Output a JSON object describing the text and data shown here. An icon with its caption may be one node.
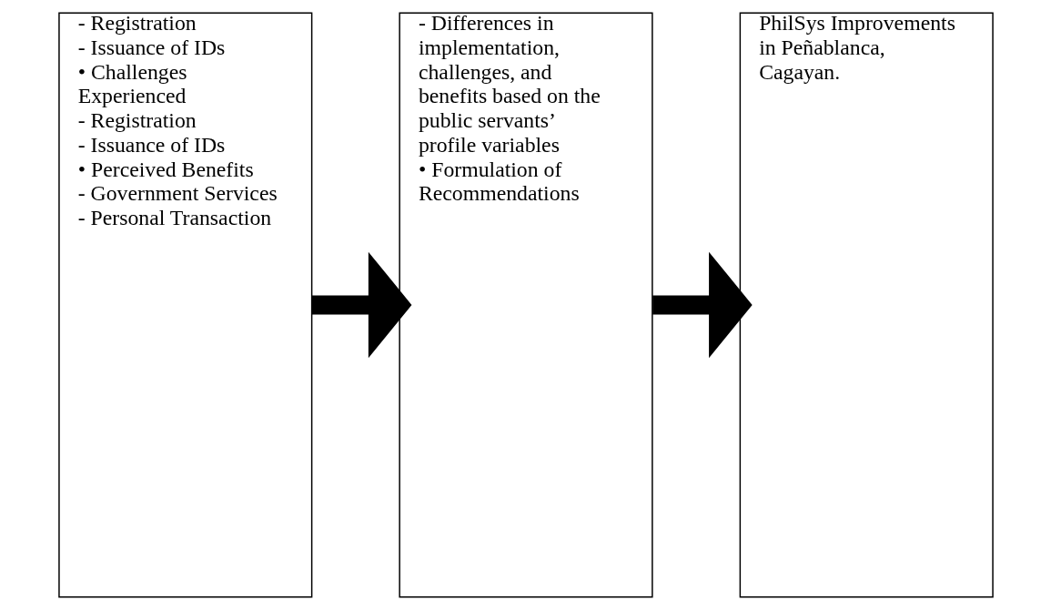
{
  "diagram": {
    "nodes": [
      {
        "text": [
          "- Registration",
          "- Issuance of IDs",
          "• Challenges Experienced",
          "- Registration",
          "- Issuance of IDs",
          "• Perceived Benefits",
          "- Government Services",
          "- Personal Transaction"
        ]
      },
      {
        "text": [
          "- Differences in implementation, challenges, and benefits based on the public servants’ profile variables",
          "• Formulation of Recommendations"
        ]
      },
      {
        "text": [
          "PhilSys Improvements in Peñablanca, Cagayan."
        ]
      }
    ],
    "edges": [
      {
        "from": 0,
        "to": 1,
        "arrow": "to"
      },
      {
        "from": 1,
        "to": 2,
        "arrow": "to"
      }
    ]
  }
}
